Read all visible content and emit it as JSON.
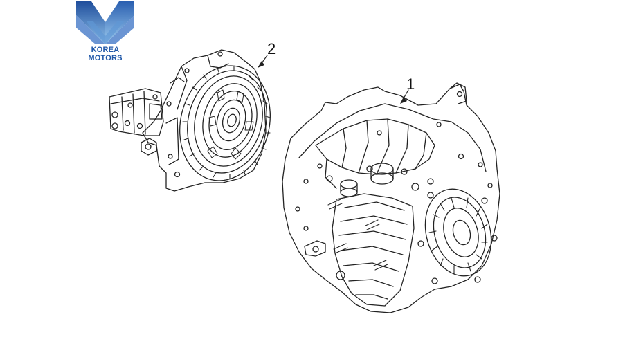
{
  "logo": {
    "text": "KOREA MOTORS",
    "text_color": "#1f57a8",
    "mark_colors": [
      "#1f4e9c",
      "#6fa8dc",
      "#3a72c4"
    ]
  },
  "callouts": [
    {
      "number": "2",
      "part": "motor-clutch-assembly"
    },
    {
      "number": "1",
      "part": "transaxle-assembly"
    }
  ],
  "colors": {
    "line": "#222222",
    "background": "#ffffff"
  }
}
